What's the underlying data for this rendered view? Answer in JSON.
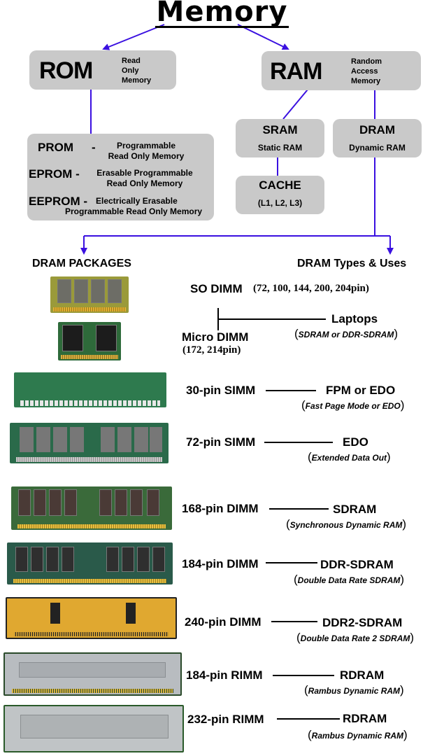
{
  "title": "Memory",
  "colors": {
    "arrow": "#3a10e0",
    "box": "#c9c9c9",
    "line": "#000000"
  },
  "rom": {
    "abbr": "ROM",
    "full": [
      "Read",
      "Only",
      "Memory"
    ]
  },
  "ram": {
    "abbr": "RAM",
    "full": [
      "Random",
      "Access",
      "Memory"
    ]
  },
  "rom_types": [
    {
      "abbr": "PROM",
      "sep": "-",
      "desc": [
        "Programmable",
        "Read Only Memory"
      ]
    },
    {
      "abbr": "EPROM",
      "sep": "-",
      "desc": [
        "Erasable Programmable",
        "Read Only Memory"
      ]
    },
    {
      "abbr": "EEPROM",
      "sep": "-",
      "desc": [
        "Electrically Erasable",
        "Programmable Read Only Memory"
      ]
    }
  ],
  "sram": {
    "abbr": "SRAM",
    "full": "Static RAM"
  },
  "dram": {
    "abbr": "DRAM",
    "full": "Dynamic RAM"
  },
  "cache": {
    "abbr": "CACHE",
    "levels": "(L1, L2, L3)"
  },
  "headers": {
    "packages": "DRAM PACKAGES",
    "types": "DRAM Types & Uses"
  },
  "laptop_group": {
    "so_dimm": {
      "name": "SO DIMM",
      "pins": "(72, 100, 144, 200, 204pin)"
    },
    "micro_dimm": {
      "name": "Micro DIMM",
      "pins": "(172, 214pin)"
    },
    "use": "Laptops",
    "use_desc": "SDRAM or DDR-SDRAM"
  },
  "modules": [
    {
      "package": "30-pin SIMM",
      "type": "FPM or EDO",
      "type_desc": "Fast Page Mode or EDO",
      "image": "simm-30pin"
    },
    {
      "package": "72-pin SIMM",
      "type": "EDO",
      "type_desc": "Extended Data Out",
      "image": "simm-72pin"
    },
    {
      "package": "168-pin DIMM",
      "type": "SDRAM",
      "type_desc": "Synchronous Dynamic RAM",
      "image": "dimm-168pin"
    },
    {
      "package": "184-pin DIMM",
      "type": "DDR-SDRAM",
      "type_desc": "Double Data Rate SDRAM",
      "image": "dimm-184pin"
    },
    {
      "package": "240-pin DIMM",
      "type": "DDR2-SDRAM",
      "type_desc": "Double Data Rate 2 SDRAM",
      "image": "dimm-240pin"
    },
    {
      "package": "184-pin RIMM",
      "type": "RDRAM",
      "type_desc": "Rambus Dynamic RAM",
      "image": "rimm-184pin"
    },
    {
      "package": "232-pin RIMM",
      "type": "RDRAM",
      "type_desc": "Rambus Dynamic RAM",
      "image": "rimm-232pin"
    }
  ]
}
